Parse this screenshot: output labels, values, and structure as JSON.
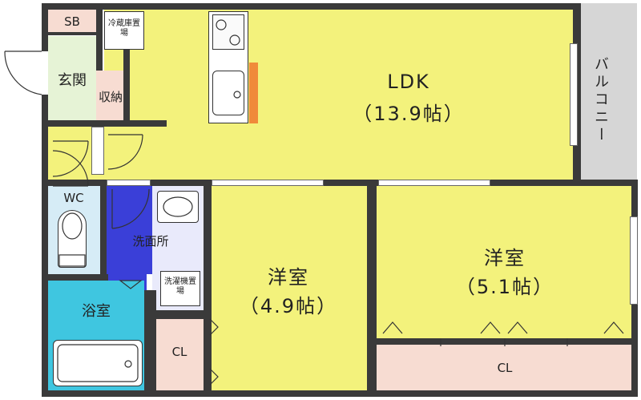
{
  "rooms": {
    "ldk": {
      "name": "LDK",
      "size": "（13.9帖）"
    },
    "bed1": {
      "name": "洋室",
      "size": "（4.9帖）"
    },
    "bed2": {
      "name": "洋室",
      "size": "（5.1帖）"
    },
    "balcony": {
      "name": "バルコニー"
    },
    "entrance": {
      "name": "玄関"
    },
    "storage": {
      "name": "収納"
    },
    "shoebox": {
      "name": "SB"
    },
    "fridge": {
      "name": "冷蔵庫置場"
    },
    "toilet": {
      "name": "WC"
    },
    "washroom": {
      "name": "洗面所"
    },
    "washer": {
      "name": "洗濯機置場"
    },
    "bath": {
      "name": "浴室"
    },
    "closet1": {
      "name": "CL"
    },
    "closet2": {
      "name": "CL"
    }
  },
  "colors": {
    "ldk": "#f3f27c",
    "entrance": "#e6f3d6",
    "shoebox": "#f7dcd2",
    "storage": "#f7dcd2",
    "closet": "#f7dcd2",
    "toilet": "#d6ecf6",
    "washroom": "#3a3fd8",
    "bath": "#3fc6e0",
    "balcony": "#d6d6d6",
    "wall": "#3a3a3a",
    "counter_accent": "#f08a3a"
  }
}
